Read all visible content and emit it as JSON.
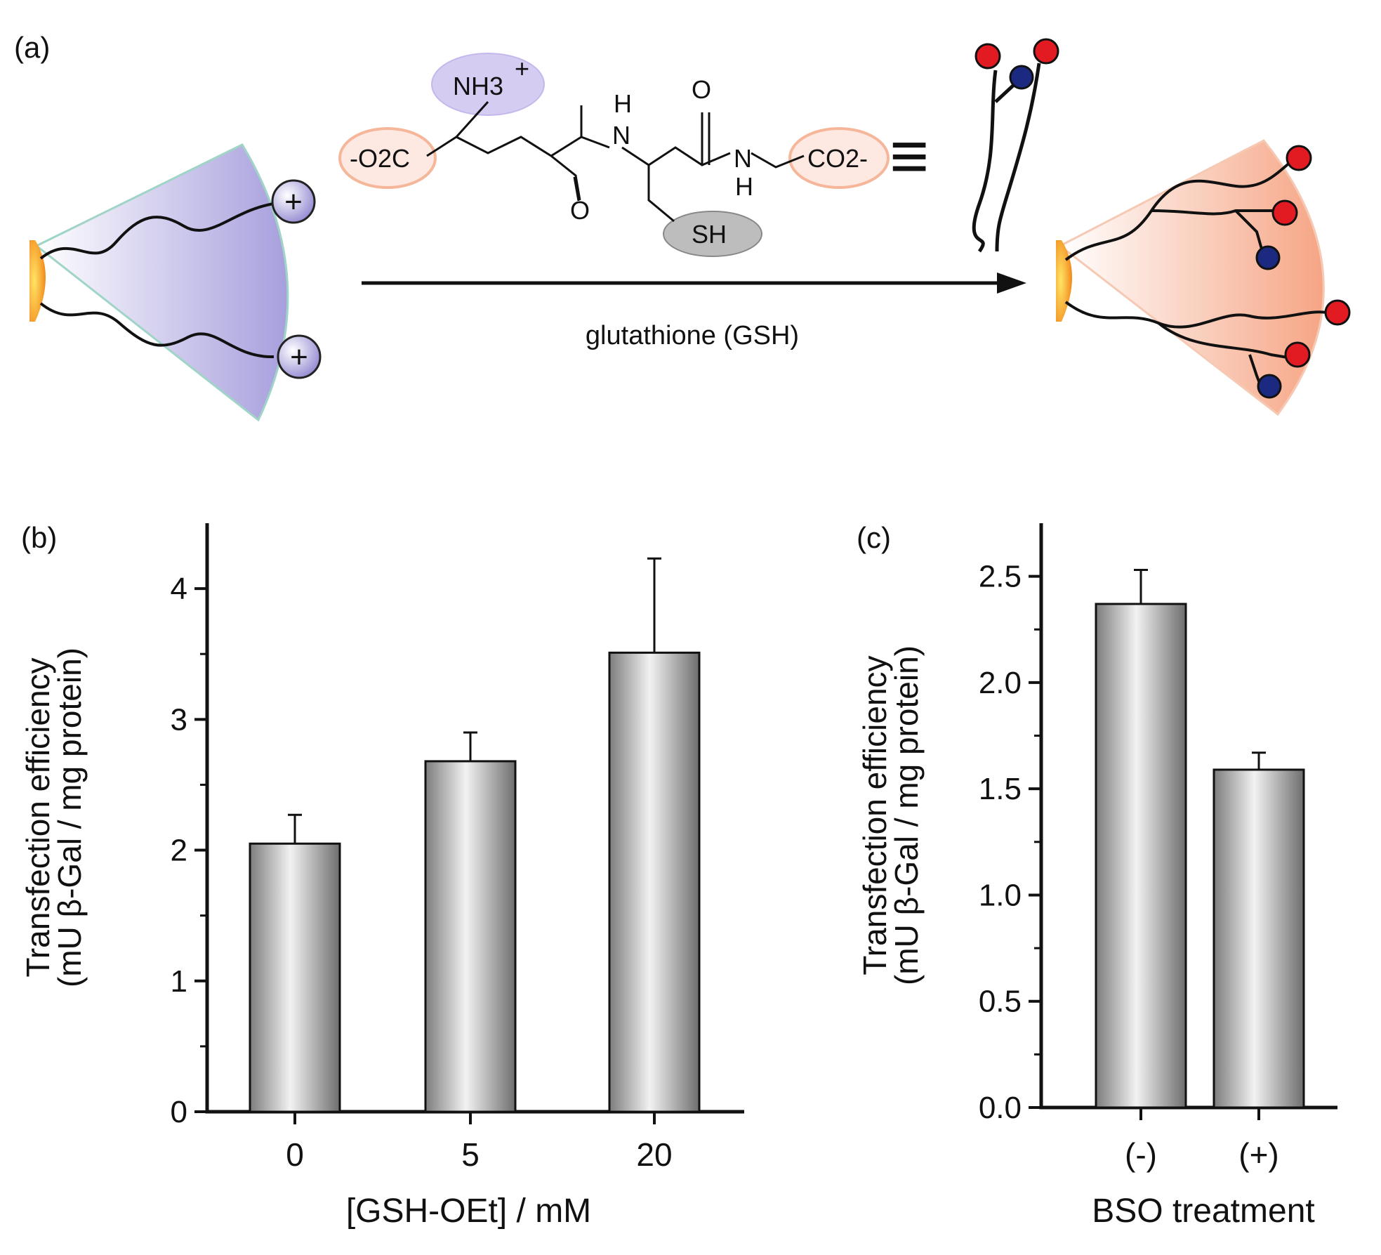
{
  "panels": {
    "a": {
      "label": "(a)",
      "reagent_label": "glutathione (GSH)",
      "chem": {
        "nh3": "NH3",
        "nh3_charge": "+",
        "nh": "N",
        "h": "H",
        "o": "O",
        "carboxyl_left": "-O2C",
        "carboxyl_right": "CO2-",
        "sh": "SH",
        "plus_symbol": "+",
        "equiv_symbol": "≡"
      },
      "colors": {
        "cationic": "#9c93d6",
        "zwitterionic_red": "#e21b23",
        "zwitterionic_blue": "#1b2a80",
        "shell_orange": "#f7b99c"
      }
    },
    "b": {
      "label": "(b)"
    },
    "c": {
      "label": "(c)"
    }
  },
  "chart_data": [
    {
      "type": "bar",
      "panel": "b",
      "categories": [
        "0",
        "5",
        "20"
      ],
      "values": [
        2.05,
        2.68,
        3.51
      ],
      "errors": [
        0.22,
        0.22,
        0.72
      ],
      "xlabel": "[GSH-OEt] / mM",
      "ylabel_line1": "Transfection efficiency",
      "ylabel_line2": "(mU β-Gal / mg protein)",
      "ylim": [
        0,
        4.5
      ],
      "yticks": [
        "0",
        "1",
        "2",
        "3",
        "4"
      ],
      "ytick_values": [
        0,
        1,
        2,
        3,
        4
      ],
      "grid": false
    },
    {
      "type": "bar",
      "panel": "c",
      "categories": [
        "(-)",
        "(+)"
      ],
      "values": [
        2.37,
        1.59
      ],
      "errors": [
        0.16,
        0.08
      ],
      "xlabel": "BSO treatment",
      "ylabel_line1": "Transfection efficiency",
      "ylabel_line2": "(mU β-Gal / mg protein)",
      "ylim": [
        0,
        2.75
      ],
      "yticks": [
        "0.0",
        "0.5",
        "1.0",
        "1.5",
        "2.0",
        "2.5"
      ],
      "ytick_values": [
        0,
        0.5,
        1.0,
        1.5,
        2.0,
        2.5
      ],
      "grid": false
    }
  ]
}
